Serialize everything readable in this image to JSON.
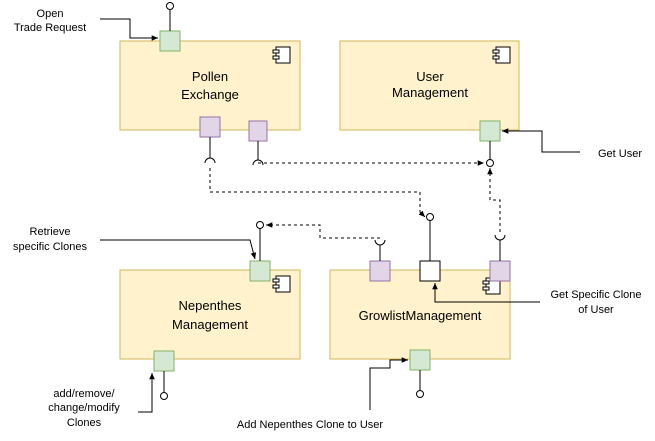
{
  "components": {
    "pollen": {
      "name_lines": [
        "Pollen",
        "Exchange"
      ]
    },
    "user": {
      "name_lines": [
        "User",
        "Management"
      ]
    },
    "nepenthes": {
      "name_lines": [
        "Nepenthes",
        "Management"
      ]
    },
    "growlist": {
      "name_lines": [
        "GrowlistManagement"
      ]
    }
  },
  "labels": {
    "open_trade": [
      "Open",
      "Trade Request"
    ],
    "get_user": [
      "Get User"
    ],
    "retrieve_clones": [
      "Retrieve",
      "specific Clones"
    ],
    "get_specific_clone": [
      "Get Specific Clone",
      "of  User"
    ],
    "add_remove": [
      "add/remove/",
      "change/modify",
      "Clones"
    ],
    "add_clone": [
      "Add Nepenthes Clone to User"
    ]
  },
  "colors": {
    "component_fill": "#fff2cc",
    "component_stroke": "#d6b656",
    "provided_port_fill": "#d5e8d4",
    "required_port_fill": "#e1d5e7"
  }
}
